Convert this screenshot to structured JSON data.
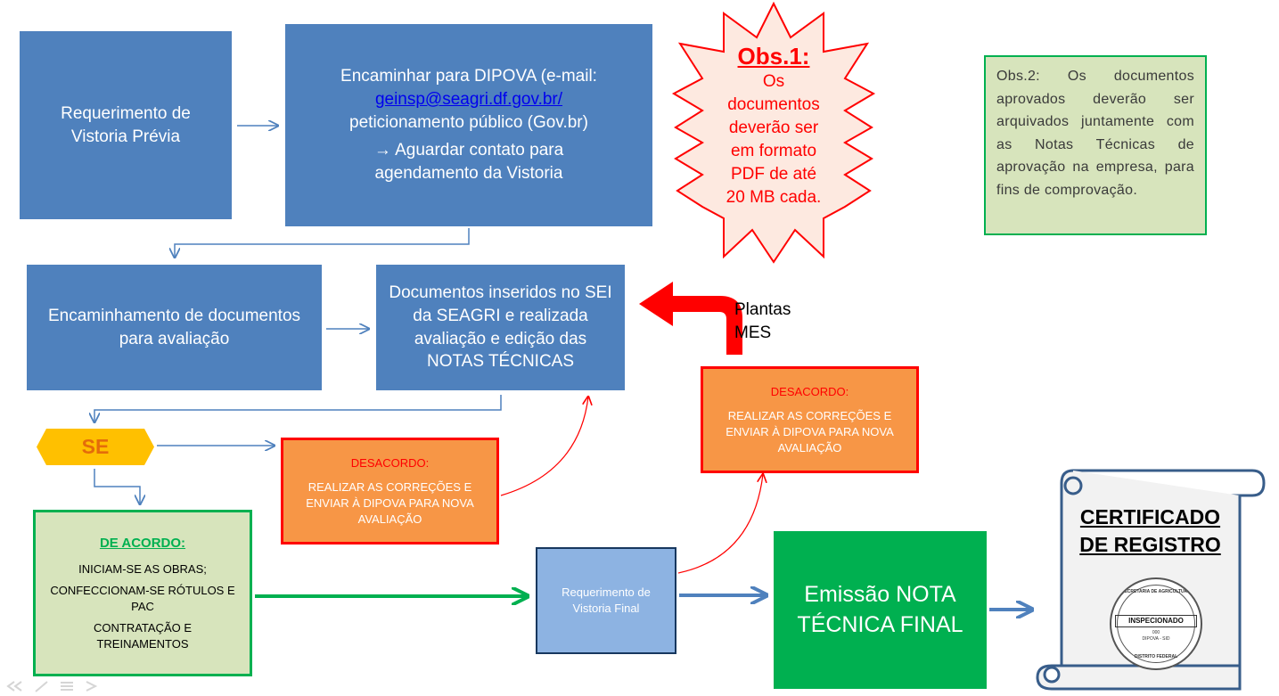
{
  "boxes": {
    "requerimento_previa": "Requerimento de Vistoria Prévia",
    "encaminhar": {
      "line1": "Encaminhar para DIPOVA (e-mail:",
      "email": "geinsp@seagri.df.gov.br/",
      "line3": "peticionamento público (Gov.br)",
      "arrow_glyph": "→",
      "line4": "Aguardar contato  para",
      "line5": "agendamento da Vistoria"
    },
    "encaminhamento_docs": "Encaminhamento de documentos para avaliação",
    "documentos_sei": "Documentos inseridos no SEI da SEAGRI e realizada avaliação e edição das NOTAS TÉCNICAS",
    "se_label": "SE",
    "desacordo_left": {
      "title": "DESACORDO:",
      "body": "REALIZAR AS CORREÇÕES E ENVIAR À DIPOVA PARA NOVA AVALIAÇÃO"
    },
    "desacordo_right": {
      "title": "DESACORDO:",
      "body": "REALIZAR AS CORREÇÕES E ENVIAR À DIPOVA PARA NOVA AVALIAÇÃO"
    },
    "de_acordo": {
      "title": "DE ACORDO:",
      "item1": "INICIAM-SE AS OBRAS;",
      "item2": "CONFECCIONAM-SE RÓTULOS E PAC",
      "item3": "CONTRATAÇÃO E TREINAMENTOS"
    },
    "requerimento_final": "Requerimento de Vistoria Final",
    "emissao": "Emissão NOTA TÉCNICA FINAL",
    "plantas_mes": {
      "line1": "Plantas",
      "line2": "MES"
    }
  },
  "obs1": {
    "title": "Obs.1:",
    "lines": [
      "Os",
      "documentos",
      "deverão ser",
      "em formato",
      "PDF de até",
      "20 MB cada."
    ]
  },
  "obs2": "Obs.2: Os documentos aprovados deverão ser arquivados juntamente com as Notas Técnicas de aprovação na empresa, para fins de comprovação.",
  "certificado": {
    "line1": "CERTIFICADO",
    "line2": "DE REGISTRO",
    "seal_top": "SECRETARIA DE AGRICULTURA",
    "seal_center": "INSPECIONADO",
    "seal_num": "000",
    "seal_dept": "DIPOVA - SID",
    "seal_bottom": "DISTRITO FEDERAL"
  },
  "colors": {
    "blue_box": "#4f81bd",
    "light_blue_box": "#8db3e2",
    "orange_box": "#f79646",
    "red_text": "#ff0000",
    "green_box": "#00b050",
    "light_green_box": "#d7e4bc",
    "se_hexagon": "#ffc000",
    "se_text": "#e46c0a",
    "star_fill": "#fde9e0",
    "obs2_fill": "#d7e4bc"
  },
  "icons": [
    "navigation-arrows-icon",
    "pen-icon",
    "menu-icon",
    "next-icon",
    "flow-arrow-icon",
    "return-arrow-icon",
    "scroll-icon",
    "seal-icon",
    "star-burst-icon"
  ]
}
